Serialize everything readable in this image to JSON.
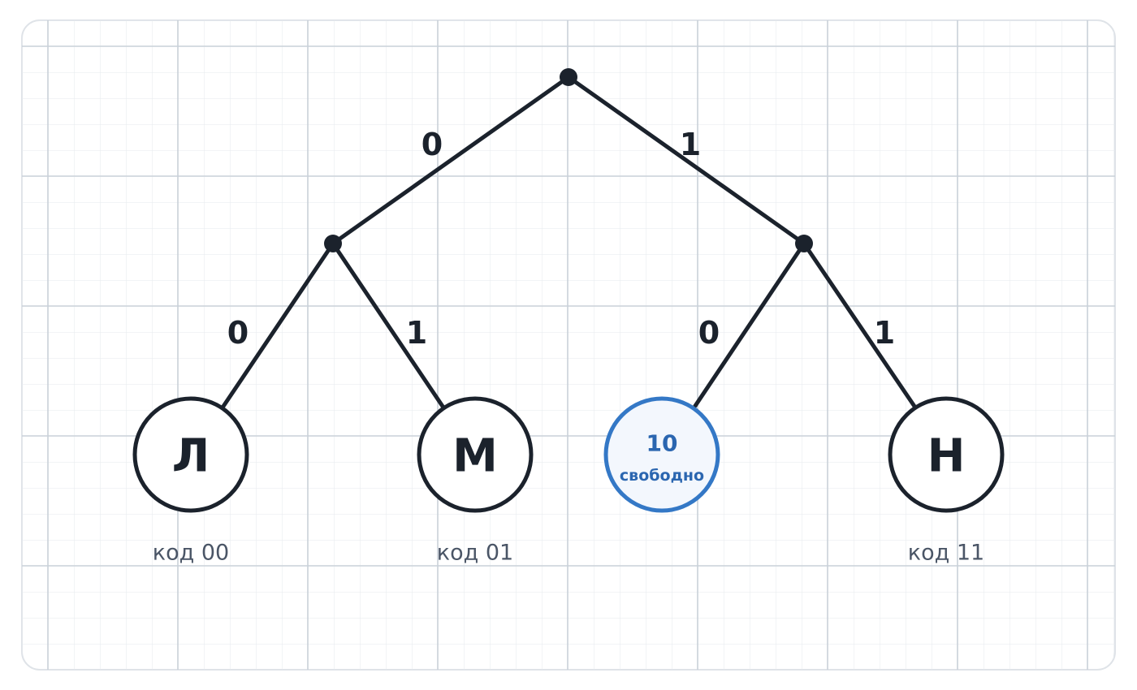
{
  "colors": {
    "ink": "#1b222c",
    "free_accent": "#3478c6",
    "free_fill": "#f3f7fd",
    "free_text": "#2b66b0",
    "caption": "#4a5566",
    "grid_minor": "#e6eaee",
    "grid_major": "#c9d1d9",
    "panel_border": "#dfe3e8"
  },
  "tree": {
    "edge_labels": {
      "root_left": "0",
      "root_right": "1",
      "left_left": "0",
      "left_right": "1",
      "right_left": "0",
      "right_right": "1"
    },
    "leaves": [
      {
        "id": "leaf-l",
        "letter": "Л",
        "caption": "код 00",
        "free": false
      },
      {
        "id": "leaf-m",
        "letter": "М",
        "caption": "код 01",
        "free": false
      },
      {
        "id": "leaf-free",
        "code": "10",
        "status": "свободно",
        "free": true
      },
      {
        "id": "leaf-n",
        "letter": "Н",
        "caption": "код 11",
        "free": false
      }
    ]
  }
}
